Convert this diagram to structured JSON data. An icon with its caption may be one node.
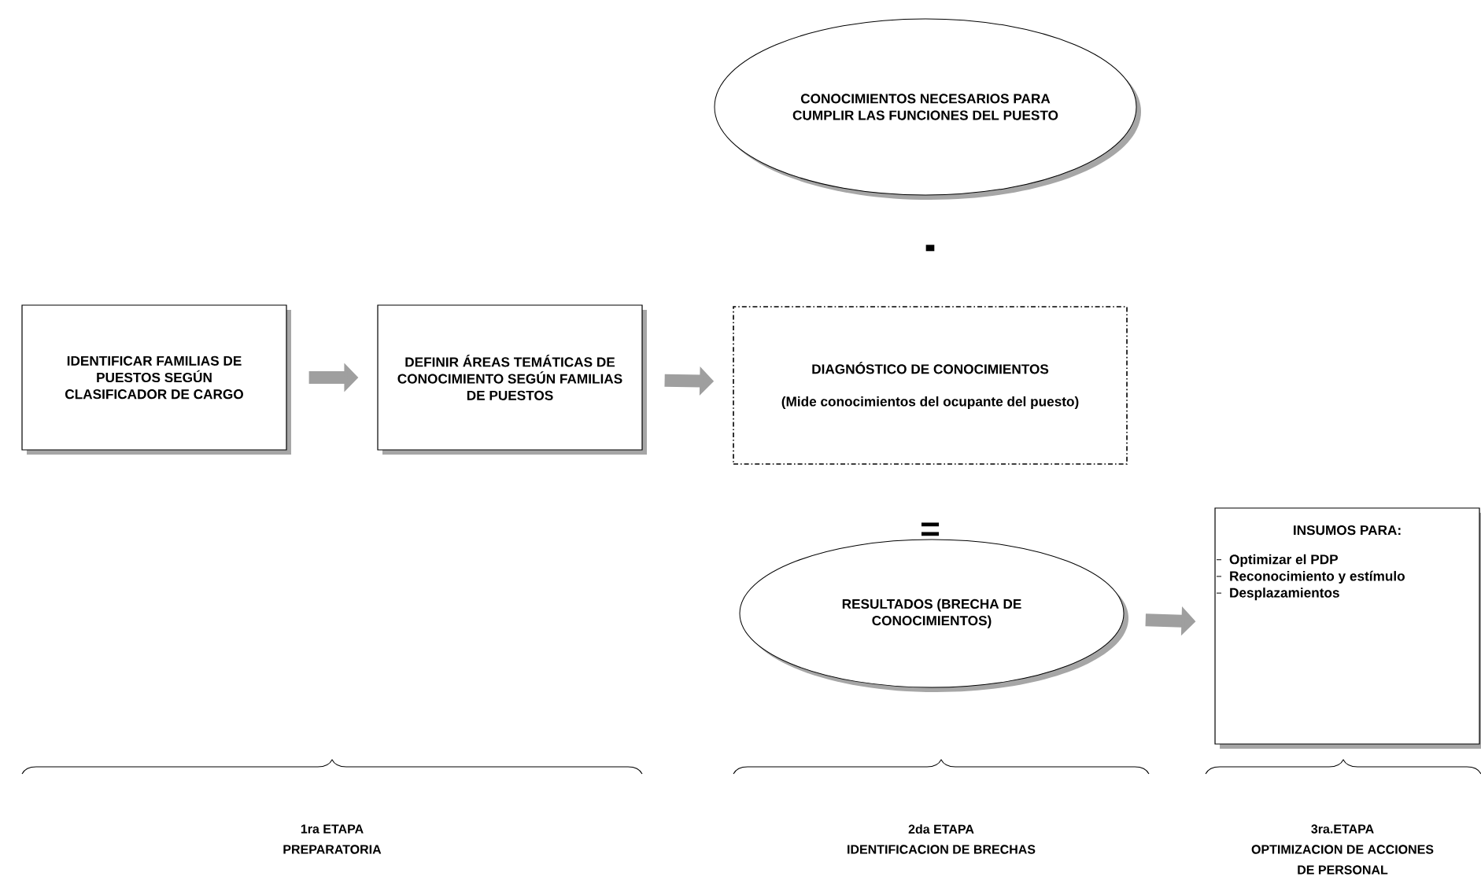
{
  "diagram": {
    "nodes": [
      {
        "text": [
          "IDENTIFICAR  FAMILIAS DE PUESTOS SEGÚN CLASIFICADOR DE CARGO"
        ]
      },
      {
        "text": [
          "DEFINIR ÁREAS TEMÁTICAS DE CONOCIMIENTO SEGÚN FAMILIAS DE PUESTOS"
        ]
      },
      {
        "text": [
          "CONOCIMIENTOS NECESARIOS PARA CUMPLIR LAS FUNCIONES DEL PUESTO"
        ]
      },
      {
        "text": [
          "DIAGNÓSTICO DE CONOCIMIENTOS",
          "(Mide conocimientos del ocupante del puesto)"
        ]
      },
      {
        "text": [
          "RESULTADOS (BRECHA DE CONOCIMIENTOS)"
        ]
      },
      {
        "text": [
          "INSUMOS PARA:",
          "Optimizar el PDP",
          "Reconocimiento  y estímulo",
          "Desplazamientos"
        ]
      }
    ],
    "edges": [
      {
        "from": 0,
        "to": 1,
        "arrow": "to"
      },
      {
        "from": 1,
        "to": 3,
        "arrow": "to"
      },
      {
        "from": 4,
        "to": 5,
        "arrow": "to"
      }
    ],
    "labels": [
      "-",
      "=",
      "1ra ETAPA",
      "PREPARATORIA",
      "2da ETAPA",
      "IDENTIFICACION DE BRECHAS",
      "3ra.ETAPA",
      "OPTIMIZACION DE ACCIONES",
      "DE PERSONAL"
    ]
  }
}
